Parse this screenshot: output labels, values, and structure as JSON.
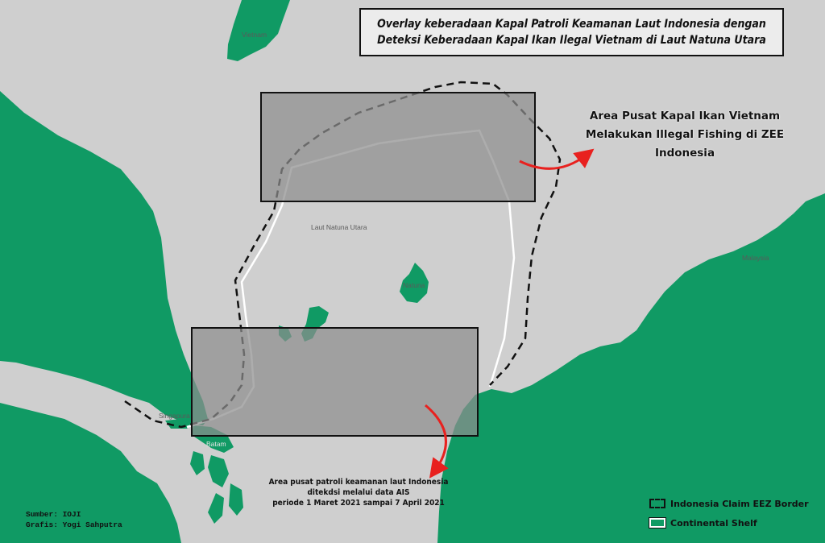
{
  "title": {
    "line1": "Overlay keberadaan Kapal Patroli Keamanan Laut Indonesia dengan",
    "line2": "Deteksi Keberadaan Kapal Ikan Ilegal Vietnam di Laut Natuna Utara"
  },
  "callouts": {
    "north": {
      "line1": "Area Pusat Kapal Ikan Vietnam",
      "line2": "Melakukan Illegal Fishing di ZEE Indonesia"
    },
    "south": {
      "line1": "Area pusat patroli keamanan laut Indonesia",
      "line2": "ditekdsi melalui data AIS",
      "line3": "periode 1 Maret 2021 sampai 7 April 2021"
    }
  },
  "places": {
    "vietnam": "Vietnam",
    "malaysia": "Malaysia",
    "laut_natuna_utara": "Laut Natuna Utara",
    "natuna": "Natuna",
    "singapura": "Singapura",
    "batam": "Batam"
  },
  "credits": {
    "source": "Sumber: IOJI",
    "graphics": "Grafis: Yogi Sahputra"
  },
  "legend": [
    {
      "label": "Indonesia Claim EEZ Border",
      "icon": "dashed-outline-swatch"
    },
    {
      "label": "Continental Shelf",
      "icon": "white-outline-swatch"
    }
  ],
  "colors": {
    "sea": "#cfcfcf",
    "land": "#109a64",
    "overlay": "#8e8e8e",
    "arrow": "#e8211f"
  }
}
